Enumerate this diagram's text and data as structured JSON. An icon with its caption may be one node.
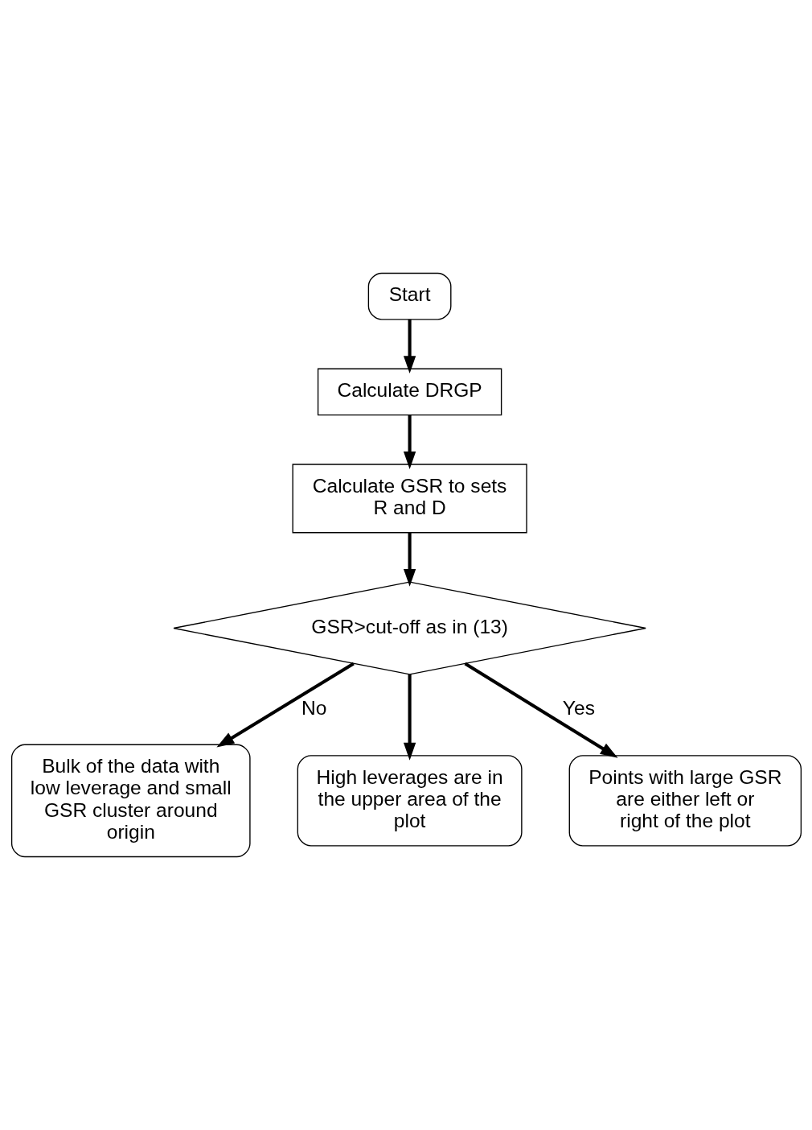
{
  "diagram": {
    "nodes": [
      {
        "text": [
          "Start"
        ]
      },
      {
        "text": [
          "Calculate DRGP"
        ]
      },
      {
        "text": [
          "Calculate GSR to sets R and D"
        ]
      },
      {
        "text": [
          "GSR>cut-off as in (13)"
        ]
      },
      {
        "text": [
          "Bulk of the data with low leverage and small GSR cluster around origin"
        ]
      },
      {
        "text": [
          "High leverages are in the upper area of the plot"
        ]
      },
      {
        "text": [
          "Points with large GSR are either left or right of the plot"
        ]
      }
    ],
    "edges": [
      {
        "from": 0,
        "to": 1,
        "arrow": "to"
      },
      {
        "from": 1,
        "to": 2,
        "arrow": "to"
      },
      {
        "from": 2,
        "to": 3,
        "arrow": "to"
      },
      {
        "from": 3,
        "to": 4,
        "arrow": "to",
        "label": "No"
      },
      {
        "from": 3,
        "to": 5,
        "arrow": "to"
      },
      {
        "from": 3,
        "to": 6,
        "arrow": "to",
        "label": "Yes"
      }
    ]
  }
}
